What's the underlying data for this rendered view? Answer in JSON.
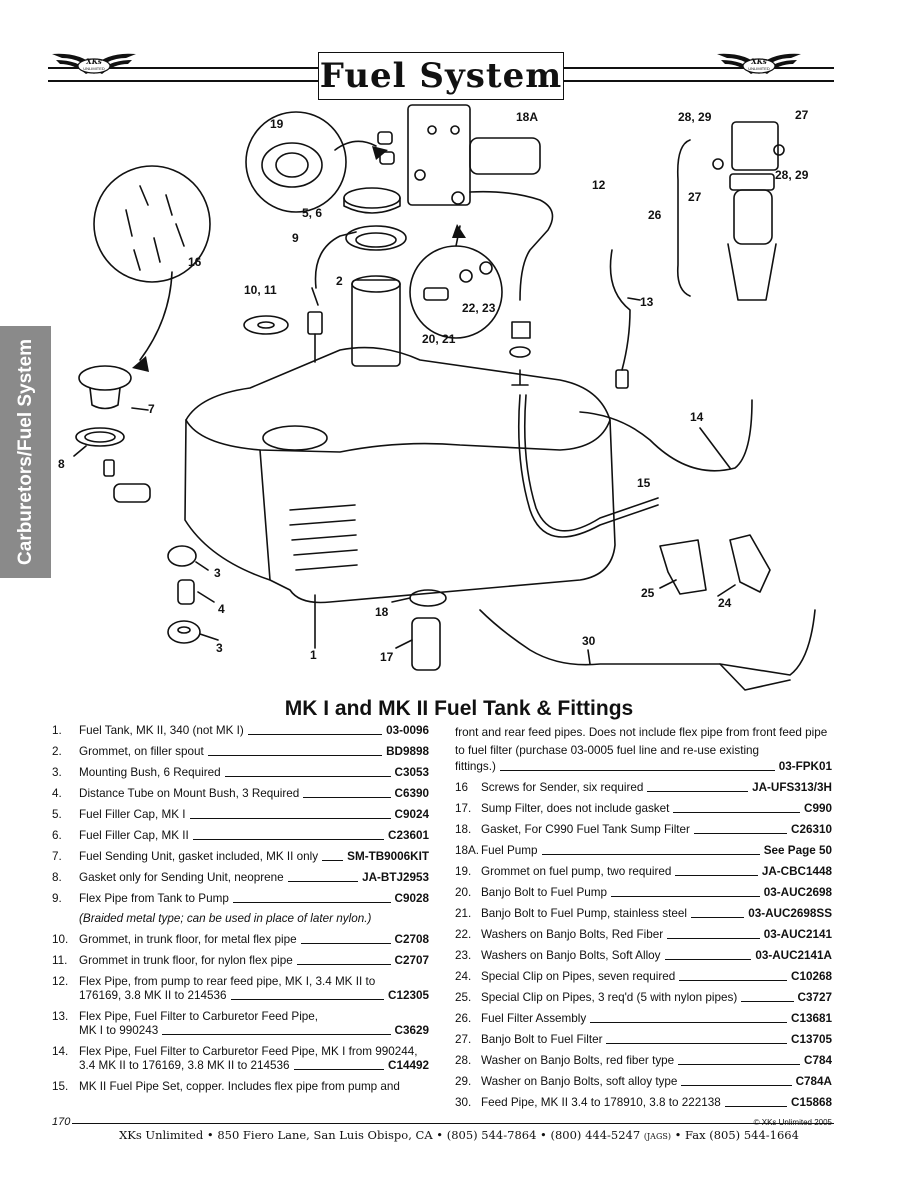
{
  "header": {
    "title": "Fuel System",
    "logo_text": "XKs UNLIMITED"
  },
  "side_tab": {
    "label": "Carburetors/Fuel System"
  },
  "callouts": [
    {
      "id": "c19",
      "label": "19"
    },
    {
      "id": "c18a",
      "label": "18A"
    },
    {
      "id": "c2829a",
      "label": "28, 29"
    },
    {
      "id": "c27a",
      "label": "27"
    },
    {
      "id": "c12",
      "label": "12"
    },
    {
      "id": "c56",
      "label": "5, 6"
    },
    {
      "id": "c2829b",
      "label": "28, 29"
    },
    {
      "id": "c27b",
      "label": "27"
    },
    {
      "id": "c26",
      "label": "26"
    },
    {
      "id": "c9",
      "label": "9"
    },
    {
      "id": "c16",
      "label": "16"
    },
    {
      "id": "c2",
      "label": "2"
    },
    {
      "id": "c1011",
      "label": "10, 11"
    },
    {
      "id": "c2223",
      "label": "22, 23"
    },
    {
      "id": "c13",
      "label": "13"
    },
    {
      "id": "c2021",
      "label": "20, 21"
    },
    {
      "id": "c7",
      "label": "7"
    },
    {
      "id": "c14",
      "label": "14"
    },
    {
      "id": "c8",
      "label": "8"
    },
    {
      "id": "c15",
      "label": "15"
    },
    {
      "id": "c3a",
      "label": "3"
    },
    {
      "id": "c25",
      "label": "25"
    },
    {
      "id": "c24",
      "label": "24"
    },
    {
      "id": "c4",
      "label": "4"
    },
    {
      "id": "c18",
      "label": "18"
    },
    {
      "id": "c3b",
      "label": "3"
    },
    {
      "id": "c30",
      "label": "30"
    },
    {
      "id": "c17",
      "label": "17"
    },
    {
      "id": "c1",
      "label": "1"
    }
  ],
  "section_title": "MK I and MK II Fuel Tank & Fittings",
  "parts_left": [
    {
      "num": "1.",
      "desc": "Fuel Tank, MK II, 340 (not MK I)",
      "part": "03-0096"
    },
    {
      "num": "2.",
      "desc": "Grommet, on filler spout",
      "part": "BD9898"
    },
    {
      "num": "3.",
      "desc": "Mounting Bush, 6 Required",
      "part": "C3053"
    },
    {
      "num": "4.",
      "desc": "Distance Tube on Mount Bush, 3 Required",
      "part": "C6390"
    },
    {
      "num": "5.",
      "desc": "Fuel Filler Cap, MK I",
      "part": "C9024"
    },
    {
      "num": "6.",
      "desc": "Fuel Filler Cap, MK II",
      "part": "C23601"
    },
    {
      "num": "7.",
      "desc": "Fuel Sending Unit, gasket included, MK II only",
      "part": "SM-TB9006KIT"
    },
    {
      "num": "8.",
      "desc": "Gasket only for Sending Unit, neoprene",
      "part": "JA-BTJ2953"
    },
    {
      "num": "9.",
      "desc": "Flex Pipe from Tank to Pump",
      "part": "C9028"
    },
    {
      "num": "10.",
      "desc": "Grommet, in trunk floor, for metal flex pipe",
      "part": "C2708"
    },
    {
      "num": "11.",
      "desc": "Grommet in trunk floor, for nylon flex pipe",
      "part": "C2707"
    },
    {
      "num": "12.",
      "desc1": "Flex Pipe, from pump to rear feed pipe, MK I, 3.4 MK II to",
      "desc": "176169, 3.8 MK II to 214536",
      "part": "C12305"
    },
    {
      "num": "13.",
      "desc1": "Flex Pipe, Fuel Filter to Carburetor Feed Pipe,",
      "desc": "MK I to 990243",
      "part": "C3629"
    },
    {
      "num": "14.",
      "desc1": "Flex Pipe, Fuel Filter to Carburetor Feed Pipe, MK I from 990244,",
      "desc": "3.4 MK II to 176169, 3.8 MK II to 214536",
      "part": "C14492"
    },
    {
      "num": "15.",
      "desc": "MK II Fuel Pipe Set, copper. Includes flex pipe from pump and"
    }
  ],
  "note_9": "(Braided metal type; can be used in place of later nylon.)",
  "item15_cont": {
    "text": "front and rear feed pipes. Does not include flex pipe from front feed pipe to fuel filter (purchase 03-0005 fuel line and re-use existing",
    "last": "fittings.)",
    "part": "03-FPK01"
  },
  "parts_right": [
    {
      "num": "16",
      "desc": "Screws for Sender, six required",
      "part": "JA-UFS313/3H"
    },
    {
      "num": "17.",
      "desc": "Sump Filter, does not include gasket",
      "part": "C990"
    },
    {
      "num": "18.",
      "desc": "Gasket, For C990 Fuel Tank Sump Filter",
      "part": "C26310"
    },
    {
      "num": "18A.",
      "desc": "Fuel Pump",
      "part": "See Page 50"
    },
    {
      "num": "19.",
      "desc": "Grommet on fuel pump, two required",
      "part": "JA-CBC1448"
    },
    {
      "num": "20.",
      "desc": "Banjo Bolt to Fuel Pump",
      "part": "03-AUC2698"
    },
    {
      "num": "21.",
      "desc": "Banjo Bolt to Fuel Pump, stainless steel",
      "part": "03-AUC2698SS"
    },
    {
      "num": "22.",
      "desc": "Washers on Banjo Bolts, Red Fiber",
      "part": "03-AUC2141"
    },
    {
      "num": "23.",
      "desc": "Washers on Banjo Bolts, Soft Alloy",
      "part": "03-AUC2141A"
    },
    {
      "num": "24.",
      "desc": "Special Clip on Pipes, seven required",
      "part": "C10268"
    },
    {
      "num": "25.",
      "desc": "Special Clip on Pipes, 3 req'd (5 with nylon pipes)",
      "part": "C3727"
    },
    {
      "num": "26.",
      "desc": "Fuel Filter Assembly",
      "part": "C13681"
    },
    {
      "num": "27.",
      "desc": "Banjo Bolt to Fuel Filter",
      "part": "C13705"
    },
    {
      "num": "28.",
      "desc": "Washer on Banjo Bolts, red fiber type",
      "part": "C784"
    },
    {
      "num": "29.",
      "desc": "Washer on Banjo Bolts, soft alloy type",
      "part": "C784A"
    },
    {
      "num": "30.",
      "desc": "Feed Pipe, MK II 3.4 to 178910, 3.8 to 222138",
      "part": "C15868"
    }
  ],
  "footer": {
    "page_number": "170",
    "copyright": "© XKs Unlimited 2005",
    "address_a": "XKs Unlimited • 850 Fiero Lane, San Luis Obispo, CA • (805) 544-7864 • (800) 444-5247",
    "address_jags": "(JAGS)",
    "address_b": "• Fax (805) 544-1664"
  }
}
